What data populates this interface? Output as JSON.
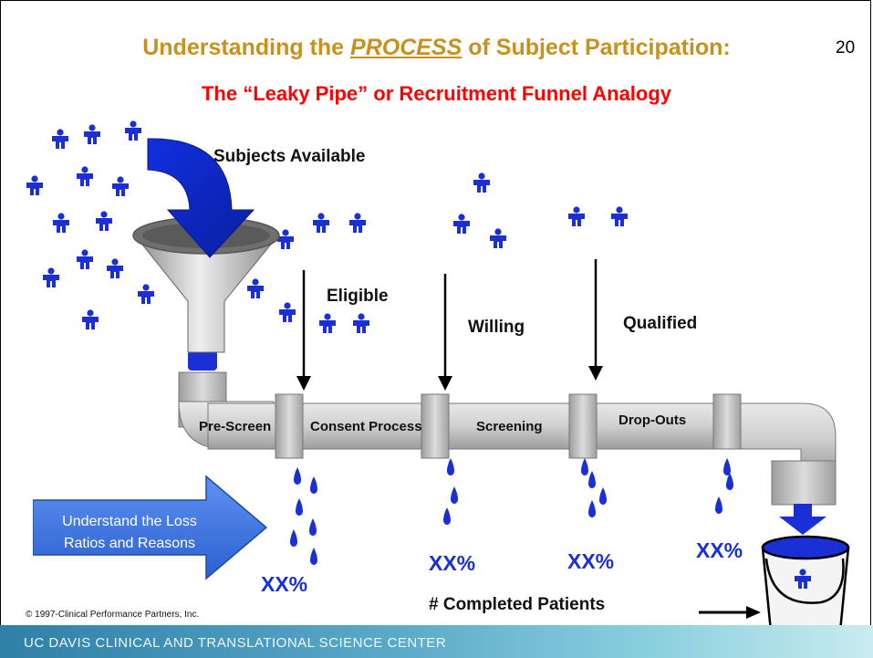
{
  "slide_number": "20",
  "title": {
    "prefix": "Understanding the ",
    "emphasis": "PROCESS",
    "suffix": " of Subject Participation:"
  },
  "subtitle": "The “Leaky Pipe” or Recruitment Funnel Analogy",
  "labels": {
    "subjects_available": "Subjects Available",
    "eligible": "Eligible",
    "willing": "Willing",
    "qualified": "Qualified"
  },
  "pipe_segments": [
    "Pre-Screen",
    "Consent Process",
    "Screening",
    "Drop-Outs"
  ],
  "loss_percentages": [
    "XX%",
    "XX%",
    "XX%",
    "XX%"
  ],
  "callout_arrow": {
    "line1": "Understand the Loss",
    "line2": "Ratios and Reasons"
  },
  "completed_label": "# Completed Patients",
  "copyright": "© 1997-Clinical Performance Partners, Inc.",
  "footer": "UC DAVIS CLINICAL AND TRANSLATIONAL SCIENCE CENTER",
  "colors": {
    "title": "#c8911b",
    "subtitle": "#ff0000",
    "people": "#1a2fd6",
    "water": "#1a2fd6",
    "pipe": "#c8c8c8"
  }
}
